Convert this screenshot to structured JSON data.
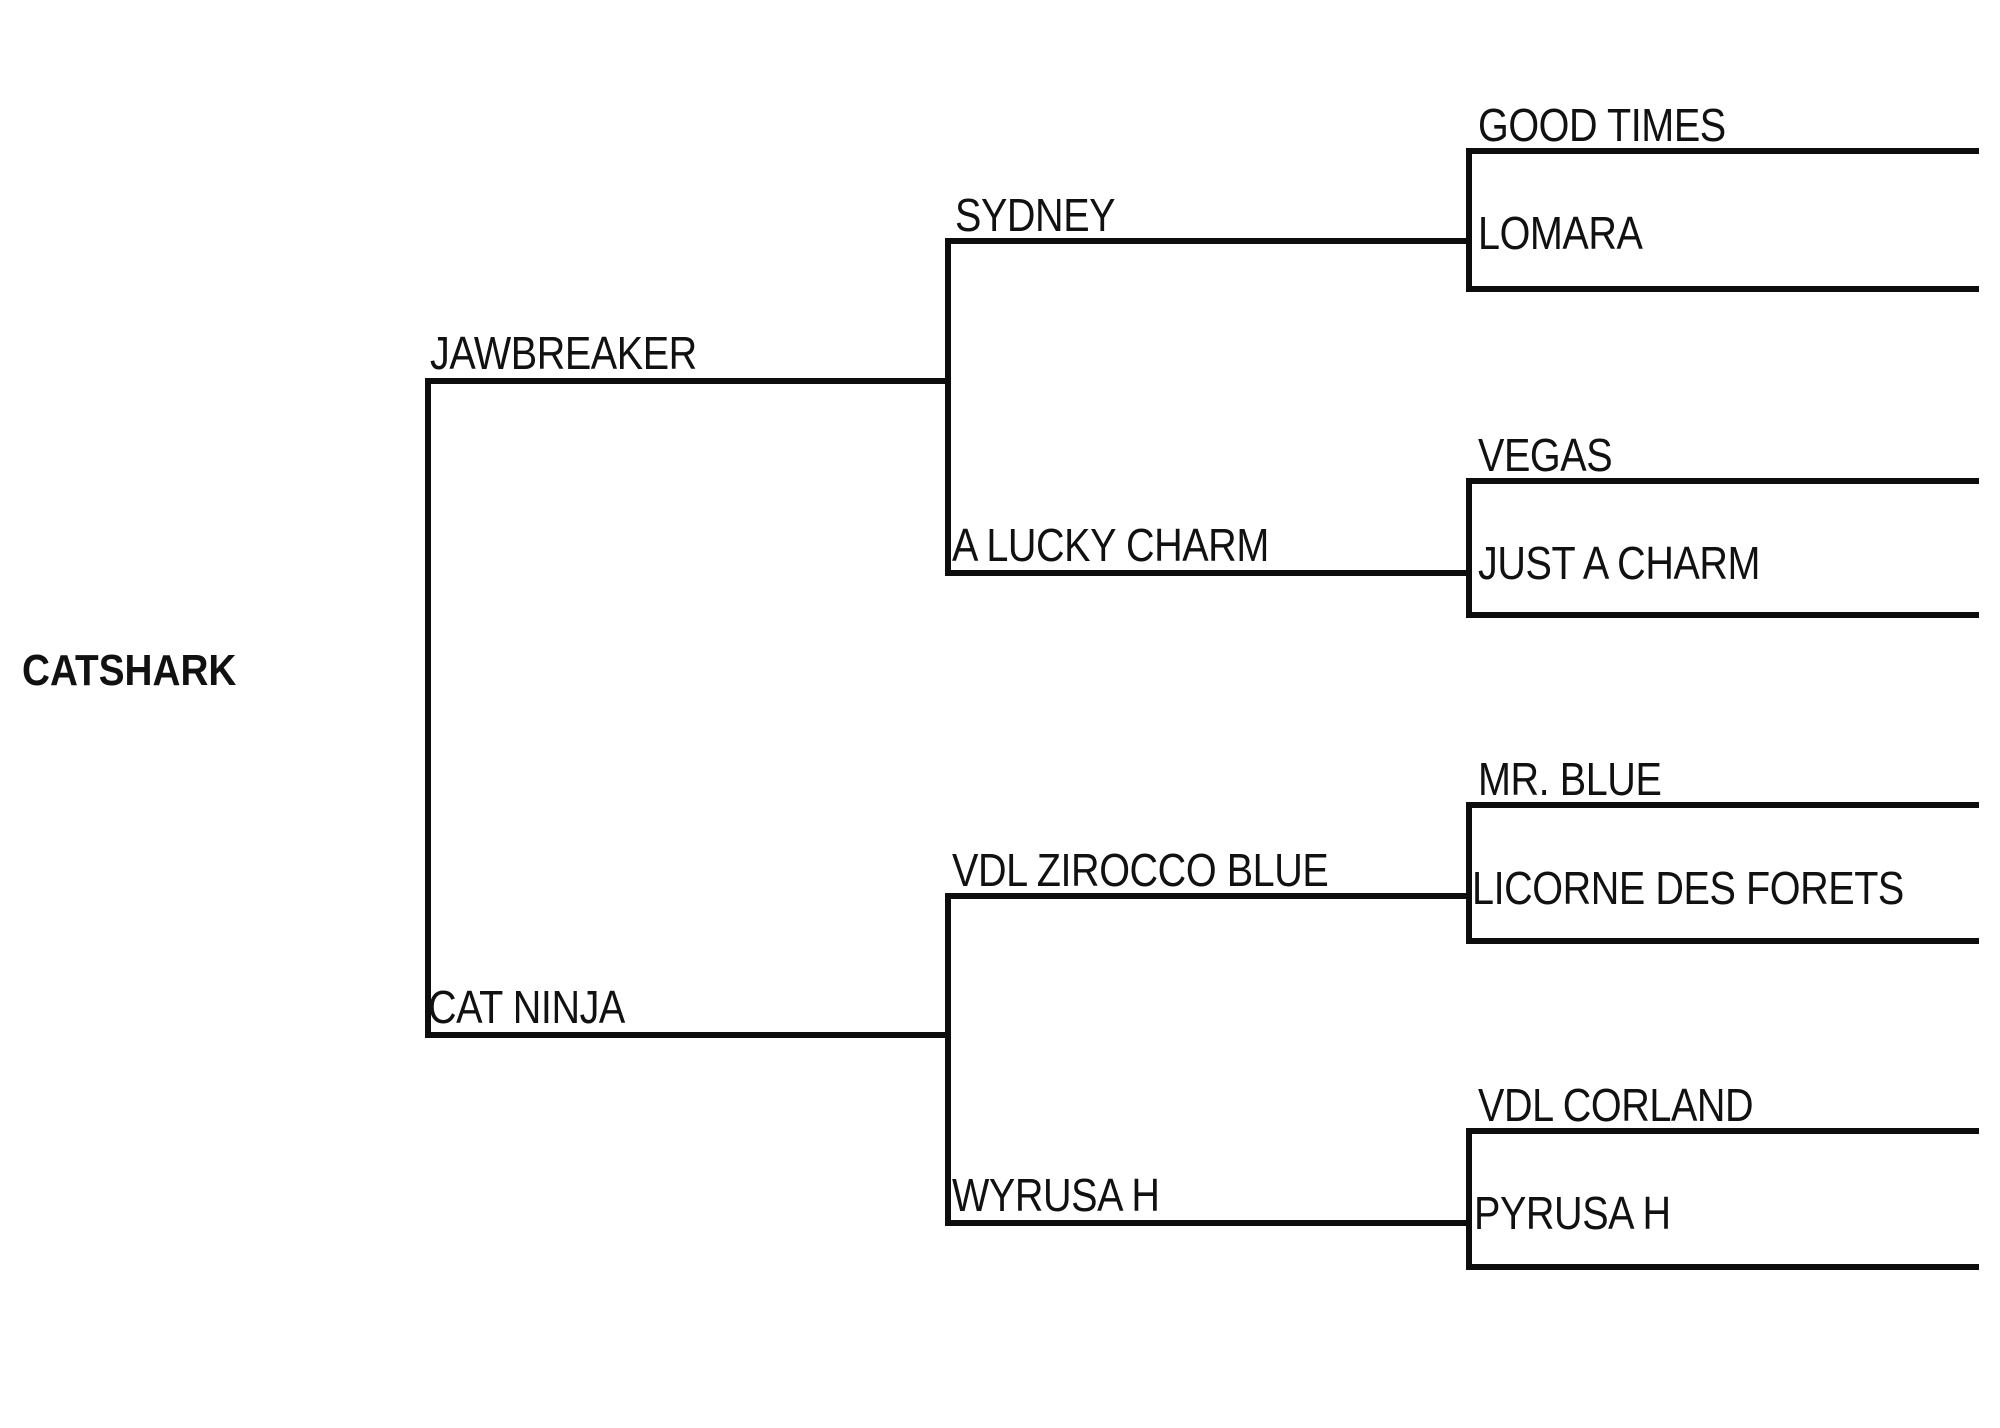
{
  "diagram": {
    "title": "CATSHARK",
    "type": "pedigree-bracket",
    "generations": 4,
    "root": {
      "name": "CATSHARK"
    },
    "generation_1": [
      {
        "name": "JAWBREAKER",
        "position": "sire"
      },
      {
        "name": "CAT NINJA",
        "position": "dam"
      }
    ],
    "generation_2": [
      {
        "name": "SYDNEY",
        "position": "sire-sire"
      },
      {
        "name": "A LUCKY CHARM",
        "position": "sire-dam"
      },
      {
        "name": "VDL ZIROCCO BLUE",
        "position": "dam-sire"
      },
      {
        "name": "WYRUSA H",
        "position": "dam-dam"
      }
    ],
    "generation_3": [
      {
        "name": "GOOD TIMES",
        "position": "sire-sire-sire"
      },
      {
        "name": "LOMARA",
        "position": "sire-sire-dam"
      },
      {
        "name": "VEGAS",
        "position": "sire-dam-sire"
      },
      {
        "name": "JUST A CHARM",
        "position": "sire-dam-dam"
      },
      {
        "name": "MR. BLUE",
        "position": "dam-sire-sire"
      },
      {
        "name": "LICORNE DES FORETS",
        "position": "dam-sire-dam"
      },
      {
        "name": "VDL CORLAND",
        "position": "dam-dam-sire"
      },
      {
        "name": "PYRUSA H",
        "position": "dam-dam-dam"
      }
    ],
    "colors": {
      "line": "#0d0d0d",
      "text": "#111111",
      "background": "#ffffff"
    }
  }
}
